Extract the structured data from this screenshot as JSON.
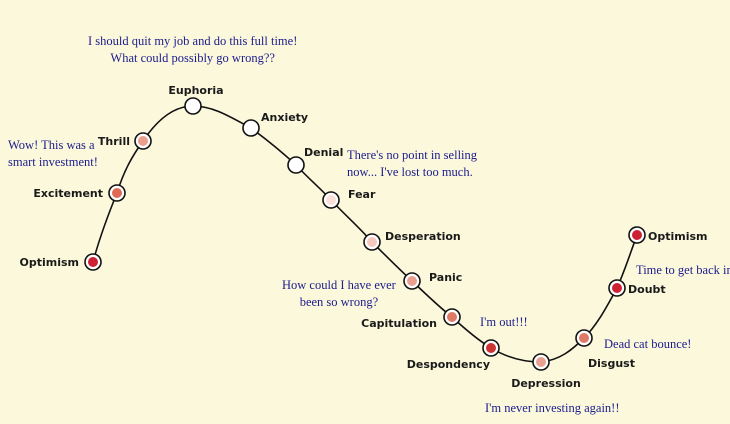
{
  "stages": [
    {
      "label": "Optimism",
      "color": "#cc2233"
    },
    {
      "label": "Excitement",
      "color": "#de6a55"
    },
    {
      "label": "Thrill",
      "color": "#eaa08e"
    },
    {
      "label": "Euphoria",
      "color": "#ffffff"
    },
    {
      "label": "Anxiety",
      "color": "#ffffff"
    },
    {
      "label": "Denial",
      "color": "#ffffff"
    },
    {
      "label": "Fear",
      "color": "#fbe0da"
    },
    {
      "label": "Desperation",
      "color": "#f5c8c0"
    },
    {
      "label": "Panic",
      "color": "#eaa08e"
    },
    {
      "label": "Capitulation",
      "color": "#de7a65"
    },
    {
      "label": "Despondency",
      "color": "#cc3333"
    },
    {
      "label": "Depression",
      "color": "#eaa08e"
    },
    {
      "label": "Disgust",
      "color": "#de7a65"
    },
    {
      "label": "Doubt",
      "color": "#cc2233"
    },
    {
      "label": "Optimism",
      "color": "#cc2233"
    }
  ],
  "notes": {
    "euphoria": [
      "I should quit my job and do this full time!",
      "What could possibly go wrong??"
    ],
    "thrill": [
      "Wow! This was a",
      "smart investment!"
    ],
    "denial": [
      "There's no point in selling",
      "now... I've lost too much."
    ],
    "panic": [
      "How could I have ever",
      "been so wrong?"
    ],
    "out": "I'm out!!!",
    "doubt": "Time to get back in",
    "bounce": "Dead cat bounce!",
    "depression": "I'm never investing again!!"
  },
  "colors": {
    "background": "#fbf8dc",
    "curve": "#111111",
    "note_text": "#1c1c8c"
  }
}
